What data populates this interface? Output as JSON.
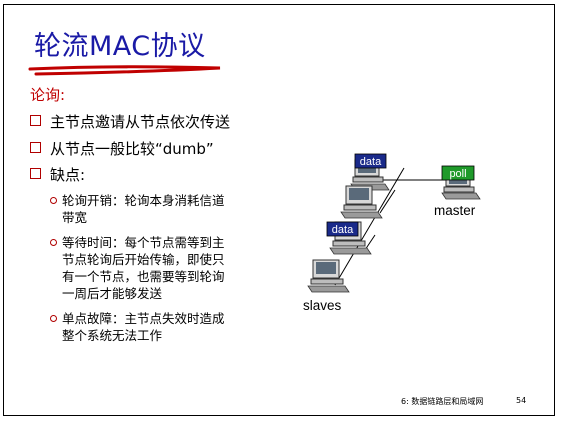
{
  "slide": {
    "title": "轮流MAC协议",
    "heading": "论询:",
    "bullets": [
      "主节点邀请从节点依次传送",
      "从节点一般比较“dumb”",
      "缺点:"
    ],
    "sub_bullets": [
      [
        "轮询开销：轮询本身消耗信道",
        "带宽"
      ],
      [
        "等待时间：每个节点需等到主",
        "节点轮询后开始传输，即使只",
        "有一个节点，也需要等到轮询",
        "一周后才能够发送"
      ],
      [
        "单点故障：主节点失效时造成",
        "整个系统无法工作"
      ]
    ]
  },
  "diagram": {
    "master_label": "master",
    "slaves_label": "slaves",
    "poll_tag": "poll",
    "data_tags": [
      "data",
      "data"
    ]
  },
  "footer": {
    "chapter": "6: 数据链路层和局域网",
    "page": "54"
  },
  "colors": {
    "title": "#1a1aa6",
    "accent_red": "#c00000",
    "data_tag": "#1a2a8a",
    "poll_tag": "#1f9a2a"
  }
}
